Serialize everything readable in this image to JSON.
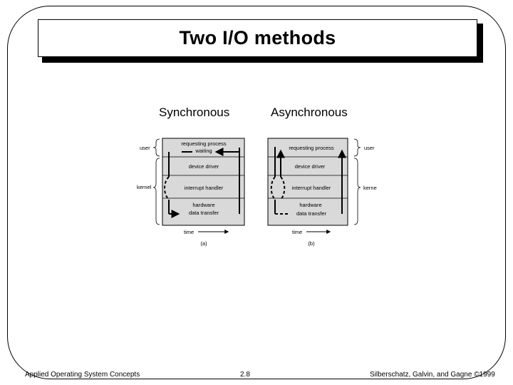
{
  "slide": {
    "title": "Two I/O methods",
    "headings": {
      "sync": "Synchronous",
      "async": "Asynchronous"
    },
    "footer": {
      "left": "Applied Operating System Concepts",
      "center": "2.8",
      "right": "Silberschatz, Galvin, and Gagne ©1999"
    }
  },
  "diagram_a": {
    "layers": [
      "requesting process",
      "waiting",
      "device driver",
      "interrupt handler",
      "hardware",
      "data transfer"
    ],
    "side_labels": [
      "user",
      "kernel"
    ],
    "time_label": "time",
    "caption": "(a)"
  },
  "diagram_b": {
    "layers": [
      "requesting process",
      "device driver",
      "interrupt handler",
      "hardware",
      "data transfer"
    ],
    "side_labels": [
      "user",
      "kerne"
    ],
    "time_label": "time",
    "caption": "(b)"
  }
}
